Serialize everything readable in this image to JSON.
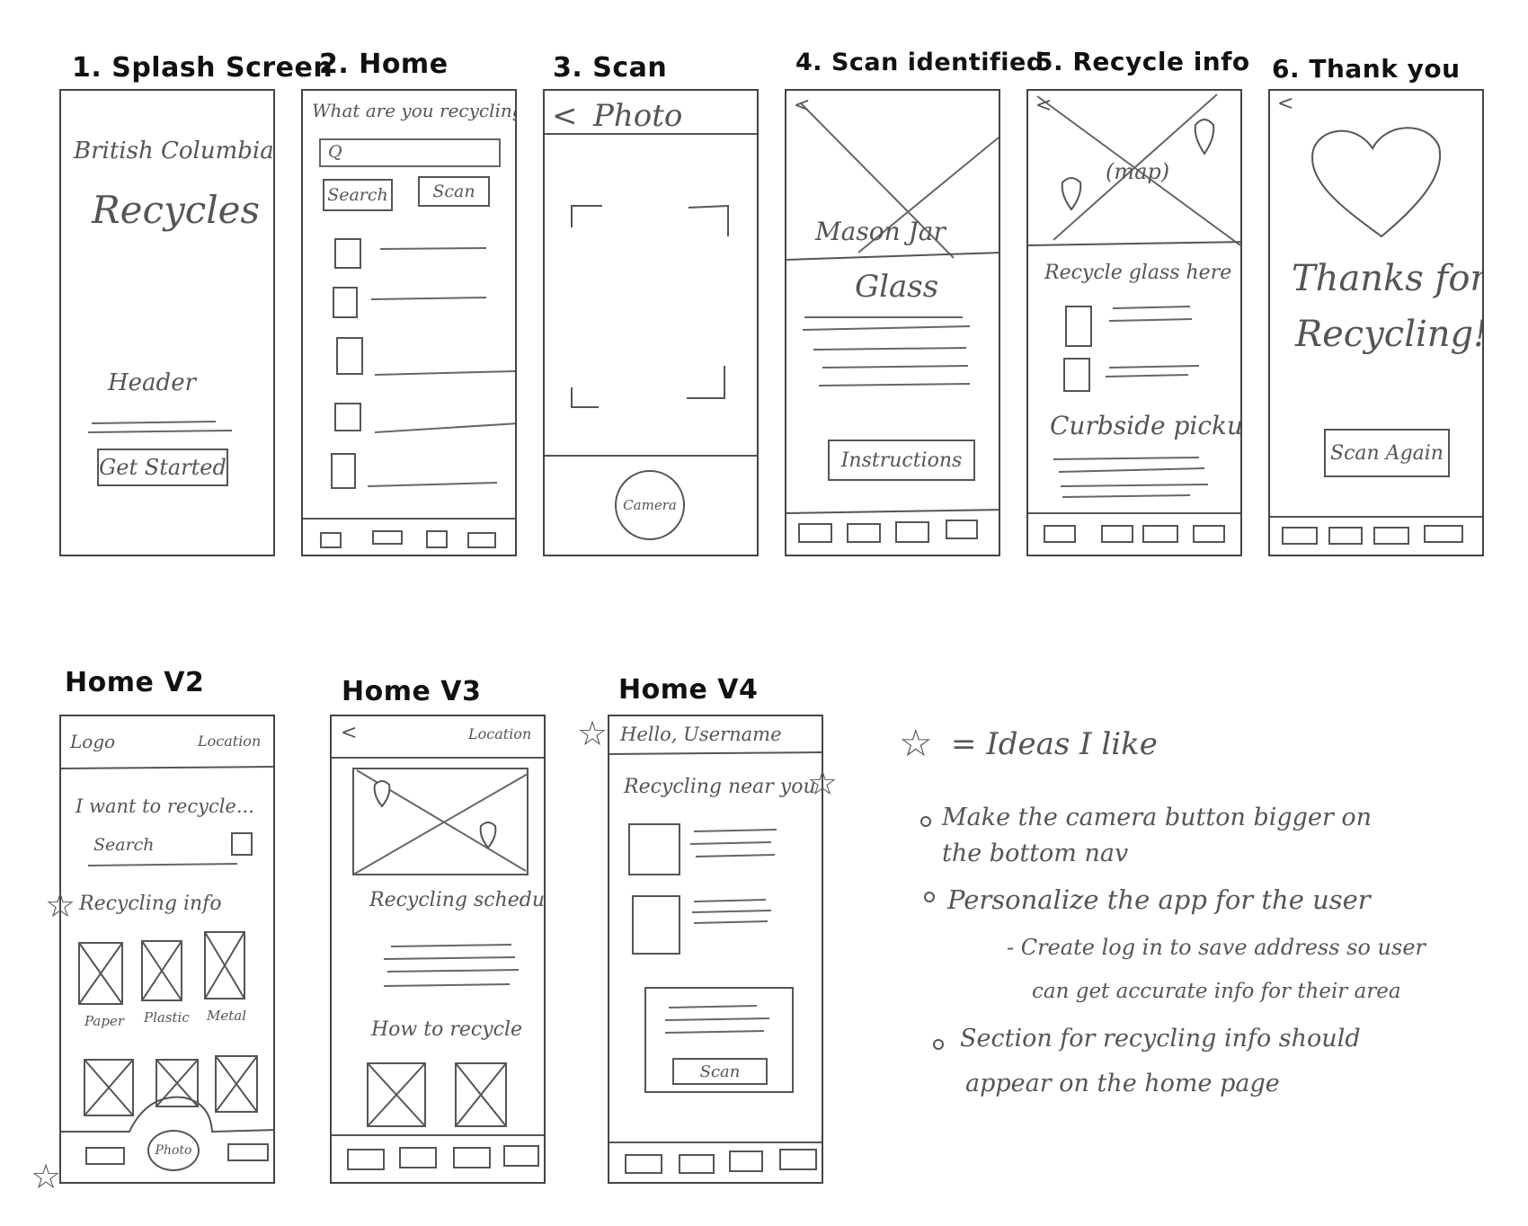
{
  "labels": {
    "splash": "1. Splash Screen",
    "home": "2. Home",
    "scan": "3. Scan",
    "identified": "4. Scan identified",
    "recycle_info": "5. Recycle info",
    "thanks": "6. Thank you",
    "home_v2": "Home V2",
    "home_v3": "Home V3",
    "home_v4": "Home V4"
  },
  "splash": {
    "line1": "British Columbia",
    "line2": "Recycles",
    "header": "Header",
    "cta": "Get Started"
  },
  "home": {
    "prompt": "What are you recycling?",
    "search_glyph": "Q",
    "search_btn": "Search",
    "scan_btn": "Scan"
  },
  "scan": {
    "back": "<",
    "title": "Photo",
    "camera": "Camera"
  },
  "identified": {
    "back": "<",
    "item": "Mason Jar",
    "material": "Glass",
    "instructions": "Instructions"
  },
  "recycle_info": {
    "back": "<",
    "map": "(map)",
    "recycle_here": "Recycle glass here",
    "curbside": "Curbside pickup"
  },
  "thanks": {
    "back": "<",
    "line1": "Thanks for",
    "line2": "Recycling!",
    "scan_again": "Scan Again"
  },
  "home_v2": {
    "logo": "Logo",
    "location": "Location",
    "want": "I want to recycle...",
    "search": "Search",
    "section": "Recycling info",
    "categories": [
      "Paper",
      "Plastic",
      "Metal"
    ],
    "photo": "Photo"
  },
  "home_v3": {
    "back": "<",
    "location": "Location",
    "schedule": "Recycling schedule",
    "how_to": "How to recycle"
  },
  "home_v4": {
    "greeting": "Hello, Username",
    "near_you": "Recycling near you",
    "scan": "Scan"
  },
  "notes": {
    "legend_eq": "= Ideas I like",
    "b1_l1": "Make the camera button bigger on",
    "b1_l2": "the bottom nav",
    "b2": "Personalize the app for the user",
    "b2_sub1": "- Create log in to save address so user",
    "b2_sub2": "can get accurate info for their area",
    "b3_l1": "Section for recycling info should",
    "b3_l2": "appear on the home page"
  }
}
